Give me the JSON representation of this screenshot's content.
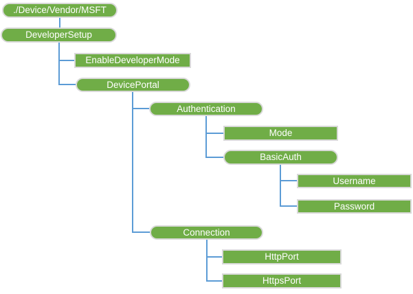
{
  "diagram": {
    "type": "tree",
    "orientation": "top-down-indented",
    "colors": {
      "node_fill": "#70AD47",
      "node_border": "#D9D9D9",
      "node_text": "#FFFFFF",
      "connector": "#5B9BD5",
      "background": "#FFFFFF"
    }
  },
  "tree": {
    "label": "./Device/Vendor/MSFT",
    "shape": "rounded",
    "children": [
      {
        "label": "DeveloperSetup",
        "shape": "rounded",
        "children": [
          {
            "label": "EnableDeveloperMode",
            "shape": "rect",
            "children": []
          },
          {
            "label": "DevicePortal",
            "shape": "rounded",
            "children": [
              {
                "label": "Authentication",
                "shape": "rounded",
                "children": [
                  {
                    "label": "Mode",
                    "shape": "rect",
                    "children": []
                  },
                  {
                    "label": "BasicAuth",
                    "shape": "rounded",
                    "children": [
                      {
                        "label": "Username",
                        "shape": "rect",
                        "children": []
                      },
                      {
                        "label": "Password",
                        "shape": "rect",
                        "children": []
                      }
                    ]
                  }
                ]
              },
              {
                "label": "Connection",
                "shape": "rounded",
                "children": [
                  {
                    "label": "HttpPort",
                    "shape": "rect",
                    "children": []
                  },
                  {
                    "label": "HttpsPort",
                    "shape": "rect",
                    "children": []
                  }
                ]
              }
            ]
          }
        ]
      }
    ]
  }
}
